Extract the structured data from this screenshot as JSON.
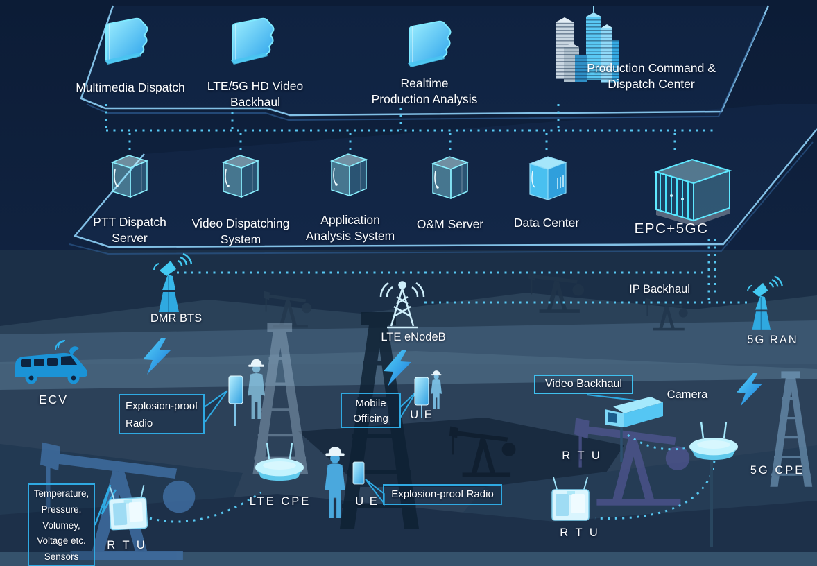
{
  "colors": {
    "bg_navy": "#0d1f3a",
    "accent_cyan": "#3fc0ee",
    "dotted_line": "#57c7f1",
    "label_white": "#ffffff",
    "callout_border": "#2fa9e2",
    "icon_cyan": "#43c9f2"
  },
  "icons": {
    "app_screen": "3d-screen-panel",
    "command_center": "isometric-building-cluster",
    "server": "translucent-server-cube",
    "data_center": "server-box",
    "epc_core": "core-network-cage",
    "bts": "antenna-mast-with-waves",
    "enodeb": "lattice-tower-antenna",
    "lightning": "wireless-link-bolt",
    "ecv": "satellite-van",
    "camera": "cctv-camera",
    "cpe": "dome-router",
    "rtu": "telemetry-box",
    "ue": "handheld-terminal",
    "worker": "field-worker-silhouette"
  },
  "platform_apps": {
    "items": [
      {
        "line1": "Multimedia Dispatch",
        "line2": ""
      },
      {
        "line1": "LTE/5G HD Video",
        "line2": "Backhaul"
      },
      {
        "line1": "Realtime",
        "line2": "Production Analysis"
      },
      {
        "line1": "Production Command &",
        "line2": "Dispatch Center"
      }
    ]
  },
  "platform_servers": {
    "items": [
      {
        "line1": "PTT Dispatch",
        "line2": "Server"
      },
      {
        "line1": "Video Dispatching",
        "line2": "System"
      },
      {
        "line1": "Application",
        "line2": "Analysis System"
      },
      {
        "line1": "O&M Server",
        "line2": ""
      },
      {
        "line1": "Data Center",
        "line2": ""
      },
      {
        "line1": "EPC+5GC",
        "line2": ""
      }
    ]
  },
  "network": {
    "dmr_bts": "DMR BTS",
    "lte_enodeb": "LTE eNodeB",
    "ip_backhaul": "IP Backhaul",
    "ran_5g": "5G RAN"
  },
  "field": {
    "ecv": "ECV",
    "camera": "Camera",
    "cpe_5g": "5G CPE",
    "cpe_lte": "LTE CPE",
    "ue_mid": "U E",
    "ue_bottom": "U E",
    "rtu_camera": "R T U",
    "rtu_left": "R T U",
    "rtu_right": "R T U"
  },
  "callouts": {
    "explosion_left_line1": "Explosion-proof",
    "explosion_left_line2": "Radio",
    "mobile_officing_line1": "Mobile",
    "mobile_officing_line2": "Officing",
    "explosion_bottom": "Explosion-proof Radio",
    "video_backhaul": "Video Backhaul",
    "sensors_lines": [
      "Temperature,",
      "Pressure,",
      "Volumey,",
      "Voltage etc.",
      "Sensors"
    ]
  }
}
